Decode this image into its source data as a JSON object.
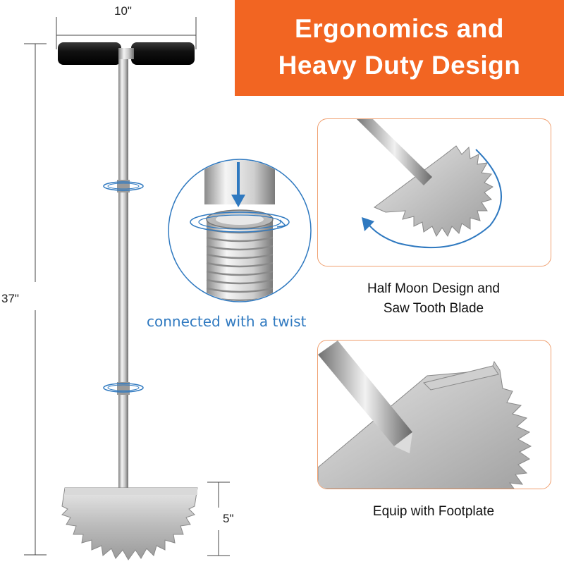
{
  "banner": {
    "line1": "Ergonomics and",
    "line2": "Heavy Duty Design",
    "color": "#f26522"
  },
  "dimensions": {
    "width": "10\"",
    "height": "37\"",
    "blade": "5\""
  },
  "detail": {
    "twist_label": "connected with a twist",
    "accent_color": "#2f79c0"
  },
  "cards": [
    {
      "caption_line1": "Half Moon Design and",
      "caption_line2": "Saw Tooth Blade"
    },
    {
      "caption": "Equip with Footplate"
    }
  ],
  "icons": [
    "rotation-arrow-icon",
    "down-arrow-icon",
    "twist-ring-icon"
  ]
}
